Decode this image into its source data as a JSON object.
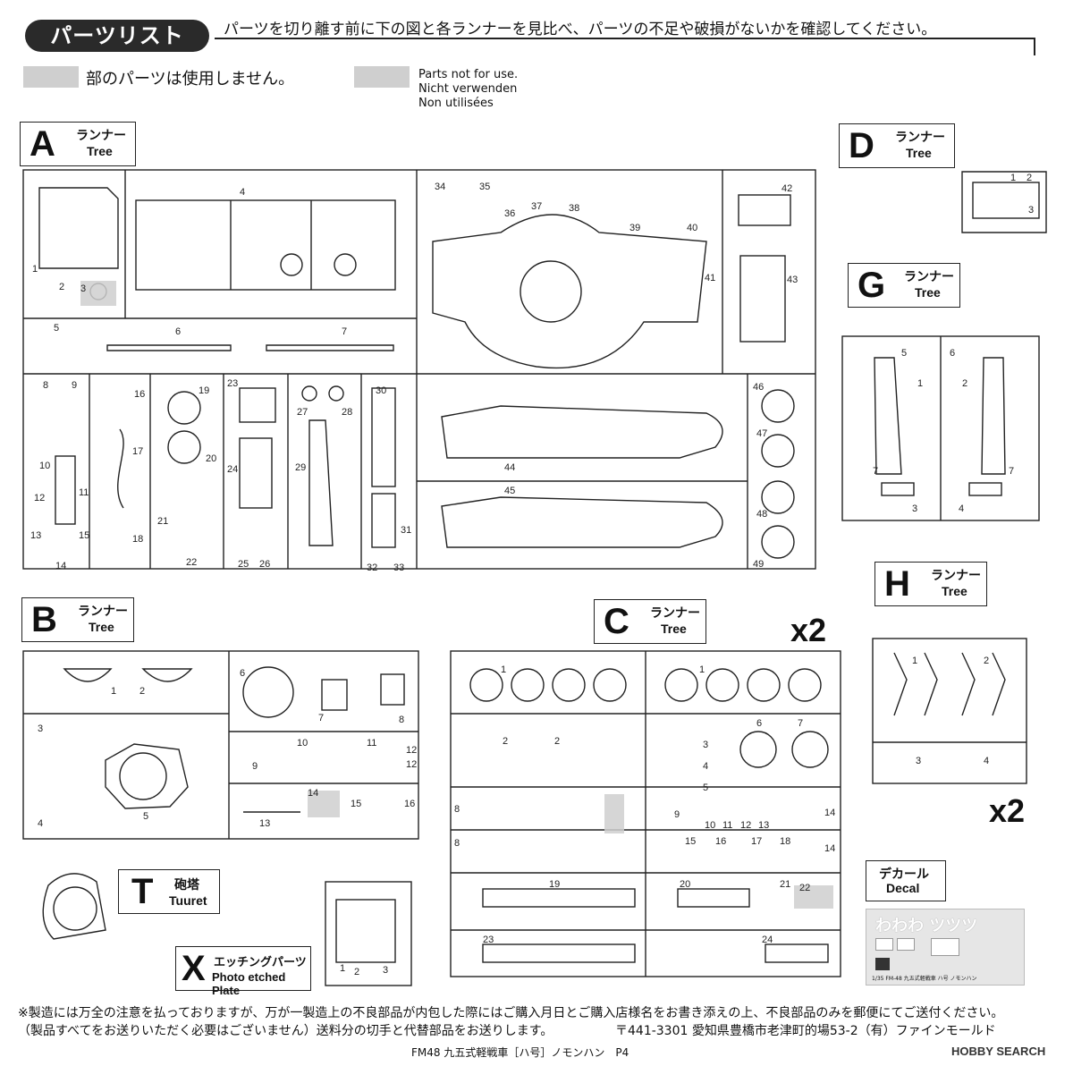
{
  "header": {
    "title": "パーツリスト",
    "instruction": "パーツを切り離す前に下の図と各ランナーを見比べ、パーツの不足や破損がないかを確認してください。"
  },
  "legend": {
    "jp": "部のパーツは使用しません。",
    "en": "Parts not for use.",
    "de": "Nicht verwenden",
    "fr": "Non utilisées"
  },
  "runners": {
    "A": {
      "letter": "A",
      "jp": "ランナー",
      "en": "Tree"
    },
    "B": {
      "letter": "B",
      "jp": "ランナー",
      "en": "Tree"
    },
    "C": {
      "letter": "C",
      "jp": "ランナー",
      "en": "Tree",
      "multiplier": "x2"
    },
    "D": {
      "letter": "D",
      "jp": "ランナー",
      "en": "Tree"
    },
    "G": {
      "letter": "G",
      "jp": "ランナー",
      "en": "Tree"
    },
    "H": {
      "letter": "H",
      "jp": "ランナー",
      "en": "Tree",
      "multiplier": "x2"
    },
    "T": {
      "letter": "T",
      "jp": "砲塔",
      "en": "Tuuret"
    },
    "X": {
      "letter": "X",
      "jp": "エッチングパーツ",
      "en": "Photo etched Plate"
    },
    "Decal": {
      "jp": "デカール",
      "en": "Decal"
    }
  },
  "decal": {
    "marks_top": "わわわ ツツツ",
    "footer_code": "1/35 FM-48 九五式軽戦車 ハ号 ノモンハン"
  },
  "parts": {
    "A": [
      "1",
      "2",
      "3",
      "4",
      "5",
      "6",
      "7",
      "8",
      "9",
      "10",
      "11",
      "12",
      "13",
      "14",
      "15",
      "16",
      "17",
      "18",
      "19",
      "20",
      "21",
      "22",
      "23",
      "24",
      "25",
      "26",
      "27",
      "28",
      "29",
      "30",
      "31",
      "32",
      "33",
      "34",
      "35",
      "36",
      "37",
      "38",
      "39",
      "40",
      "41",
      "42",
      "43",
      "44",
      "45",
      "46",
      "47",
      "48",
      "49"
    ],
    "B": [
      "1",
      "2",
      "3",
      "4",
      "5",
      "6",
      "7",
      "8",
      "9",
      "10",
      "11",
      "12",
      "12",
      "13",
      "14",
      "15",
      "16"
    ],
    "C": [
      "1",
      "1",
      "2",
      "2",
      "3",
      "4",
      "5",
      "6",
      "7",
      "8",
      "8",
      "9",
      "10",
      "11",
      "12",
      "13",
      "14",
      "14",
      "15",
      "16",
      "17",
      "18",
      "19",
      "20",
      "21",
      "22",
      "23",
      "24"
    ],
    "D": [
      "1",
      "2",
      "3"
    ],
    "G": [
      "1",
      "2",
      "3",
      "4",
      "5",
      "6",
      "7",
      "7"
    ],
    "H": [
      "1",
      "2",
      "3",
      "4"
    ],
    "X": [
      "1",
      "2",
      "3"
    ]
  },
  "footer": {
    "line1": "※製造には万全の注意を払っておりますが、万が一製造上の不良部品が内包した際にはご購入月日とご購入店様名をお書き添えの上、不良部品のみを郵便にてご送付ください。",
    "line2": "（製品すべてをお送りいただく必要はございません）送料分の切手と代替部品をお送りします。",
    "address": "〒441-3301 愛知県豊橋市老津町的場53-2（有）ファインモールド",
    "product": "FM48 九五式軽戦車［ハ号］ノモンハン　P4",
    "watermark": "HOBBY SEARCH"
  }
}
